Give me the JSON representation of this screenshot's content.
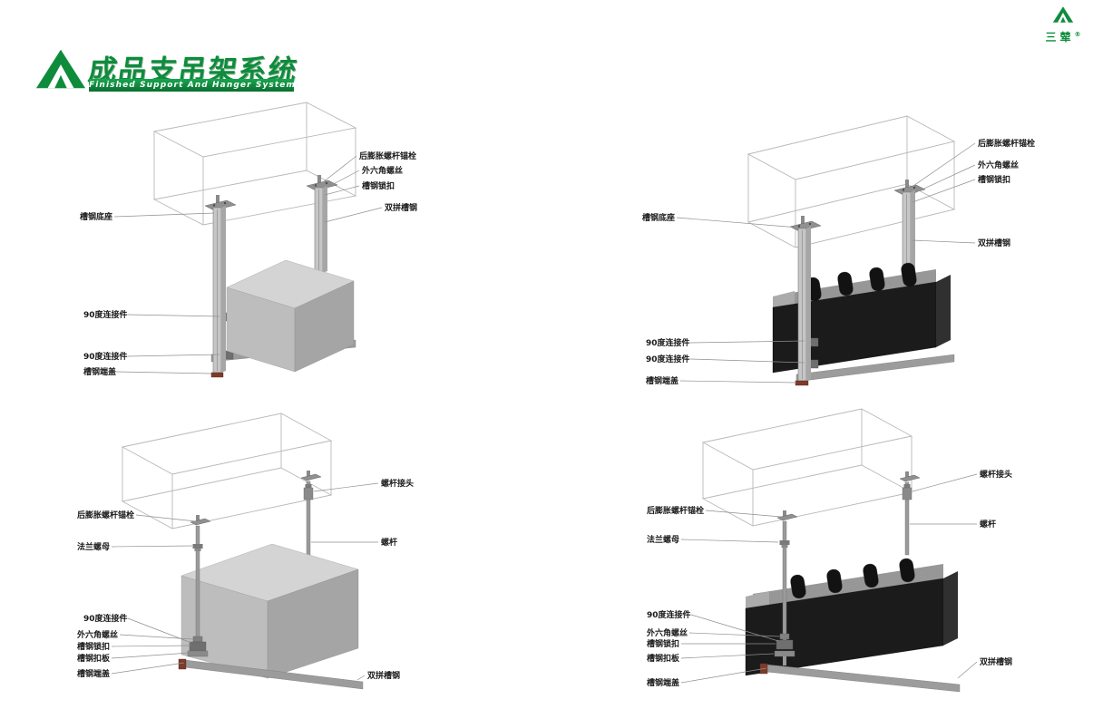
{
  "header": {
    "title": "成品支吊架系统",
    "subtitle": "Finished Support And Hanger System"
  },
  "brand": {
    "name": "三辇",
    "reg": "®"
  },
  "colors": {
    "brand_green": "#0e8c3c",
    "banner_green": "#0b6f30",
    "end_cap_red": "#7d3b2a"
  },
  "diagrams": [
    {
      "right_labels": [
        "后膨胀螺杆锚栓",
        "外六角螺丝",
        "槽钢锁扣",
        "双拼槽钢"
      ],
      "left_labels": [
        "槽钢底座",
        "90度连接件",
        "90度连接件",
        "槽钢端盖"
      ]
    },
    {
      "right_labels": [
        "后膨胀螺杆锚栓",
        "外六角螺丝",
        "槽钢锁扣",
        "双拼槽钢"
      ],
      "left_labels": [
        "槽钢底座",
        "90度连接件",
        "90度连接件",
        "槽钢端盖"
      ]
    },
    {
      "right_labels": [
        "螺杆接头",
        "螺杆",
        "双拼槽钢"
      ],
      "left_labels": [
        "后膨胀螺杆锚栓",
        "法兰螺母",
        "90度连接件",
        "外六角螺丝",
        "槽钢锁扣",
        "槽钢扣板",
        "槽钢端盖"
      ]
    },
    {
      "right_labels": [
        "螺杆接头",
        "螺杆",
        "双拼槽钢"
      ],
      "left_labels": [
        "后膨胀螺杆锚栓",
        "法兰螺母",
        "90度连接件",
        "外六角螺丝",
        "槽钢锁扣",
        "槽钢扣板",
        "槽钢端盖"
      ]
    }
  ]
}
